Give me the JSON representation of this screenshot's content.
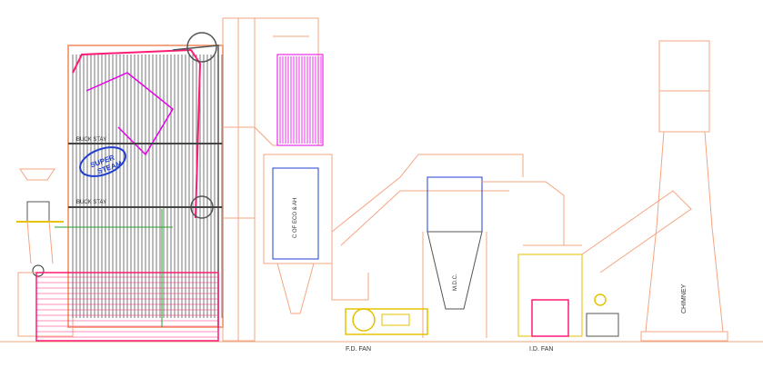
{
  "labels": {
    "buck_stay_upper": "BUCK STAY",
    "buck_stay_lower": "BUCK STAY",
    "logo_super": "SUPER",
    "logo_steam": "STEAM",
    "eco_ah": "C OF ECO & AH",
    "mdc": "M.D.C.",
    "chimney": "CHIMNEY",
    "fd_fan": "F.D. FAN",
    "id_fan": "I.D. FAN"
  },
  "colors": {
    "structure": "#f4a582",
    "boiler_tubes": "#555555",
    "superheater": "#e600e6",
    "refractory": "#ff1a75",
    "fan_yellow": "#e6c200",
    "logo_blue": "#1f3fd0",
    "green": "#2aa02a"
  }
}
